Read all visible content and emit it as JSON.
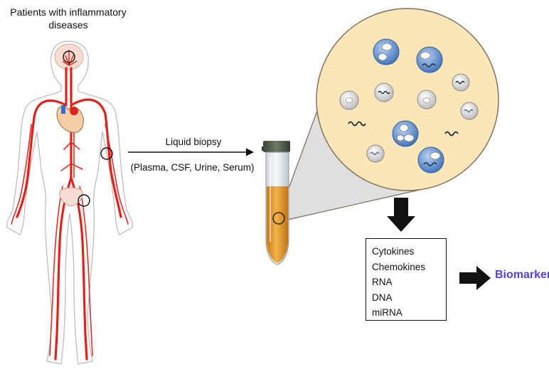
{
  "figure": {
    "title": "Patients with inflammatory diseases",
    "arrow_label": "Liquid biopsy",
    "arrow_sublabel": "(Plasma, CSF, Urine, Serum)",
    "markers": [
      "Cytokines",
      "Chemokines",
      "RNA",
      "DNA",
      "miRNA"
    ],
    "result_label": "Biomarkers"
  },
  "colors": {
    "vessel": "#e0221a",
    "vein": "#d9302a",
    "zoom_fill": "#fbe6b8",
    "tube_liquid": "#e79a2a",
    "tube_cap": "#4e5a4a",
    "result_text": "#5a3fd6",
    "cell_blue": "#4f7fc6",
    "cell_grey": "#cfcfcf"
  }
}
